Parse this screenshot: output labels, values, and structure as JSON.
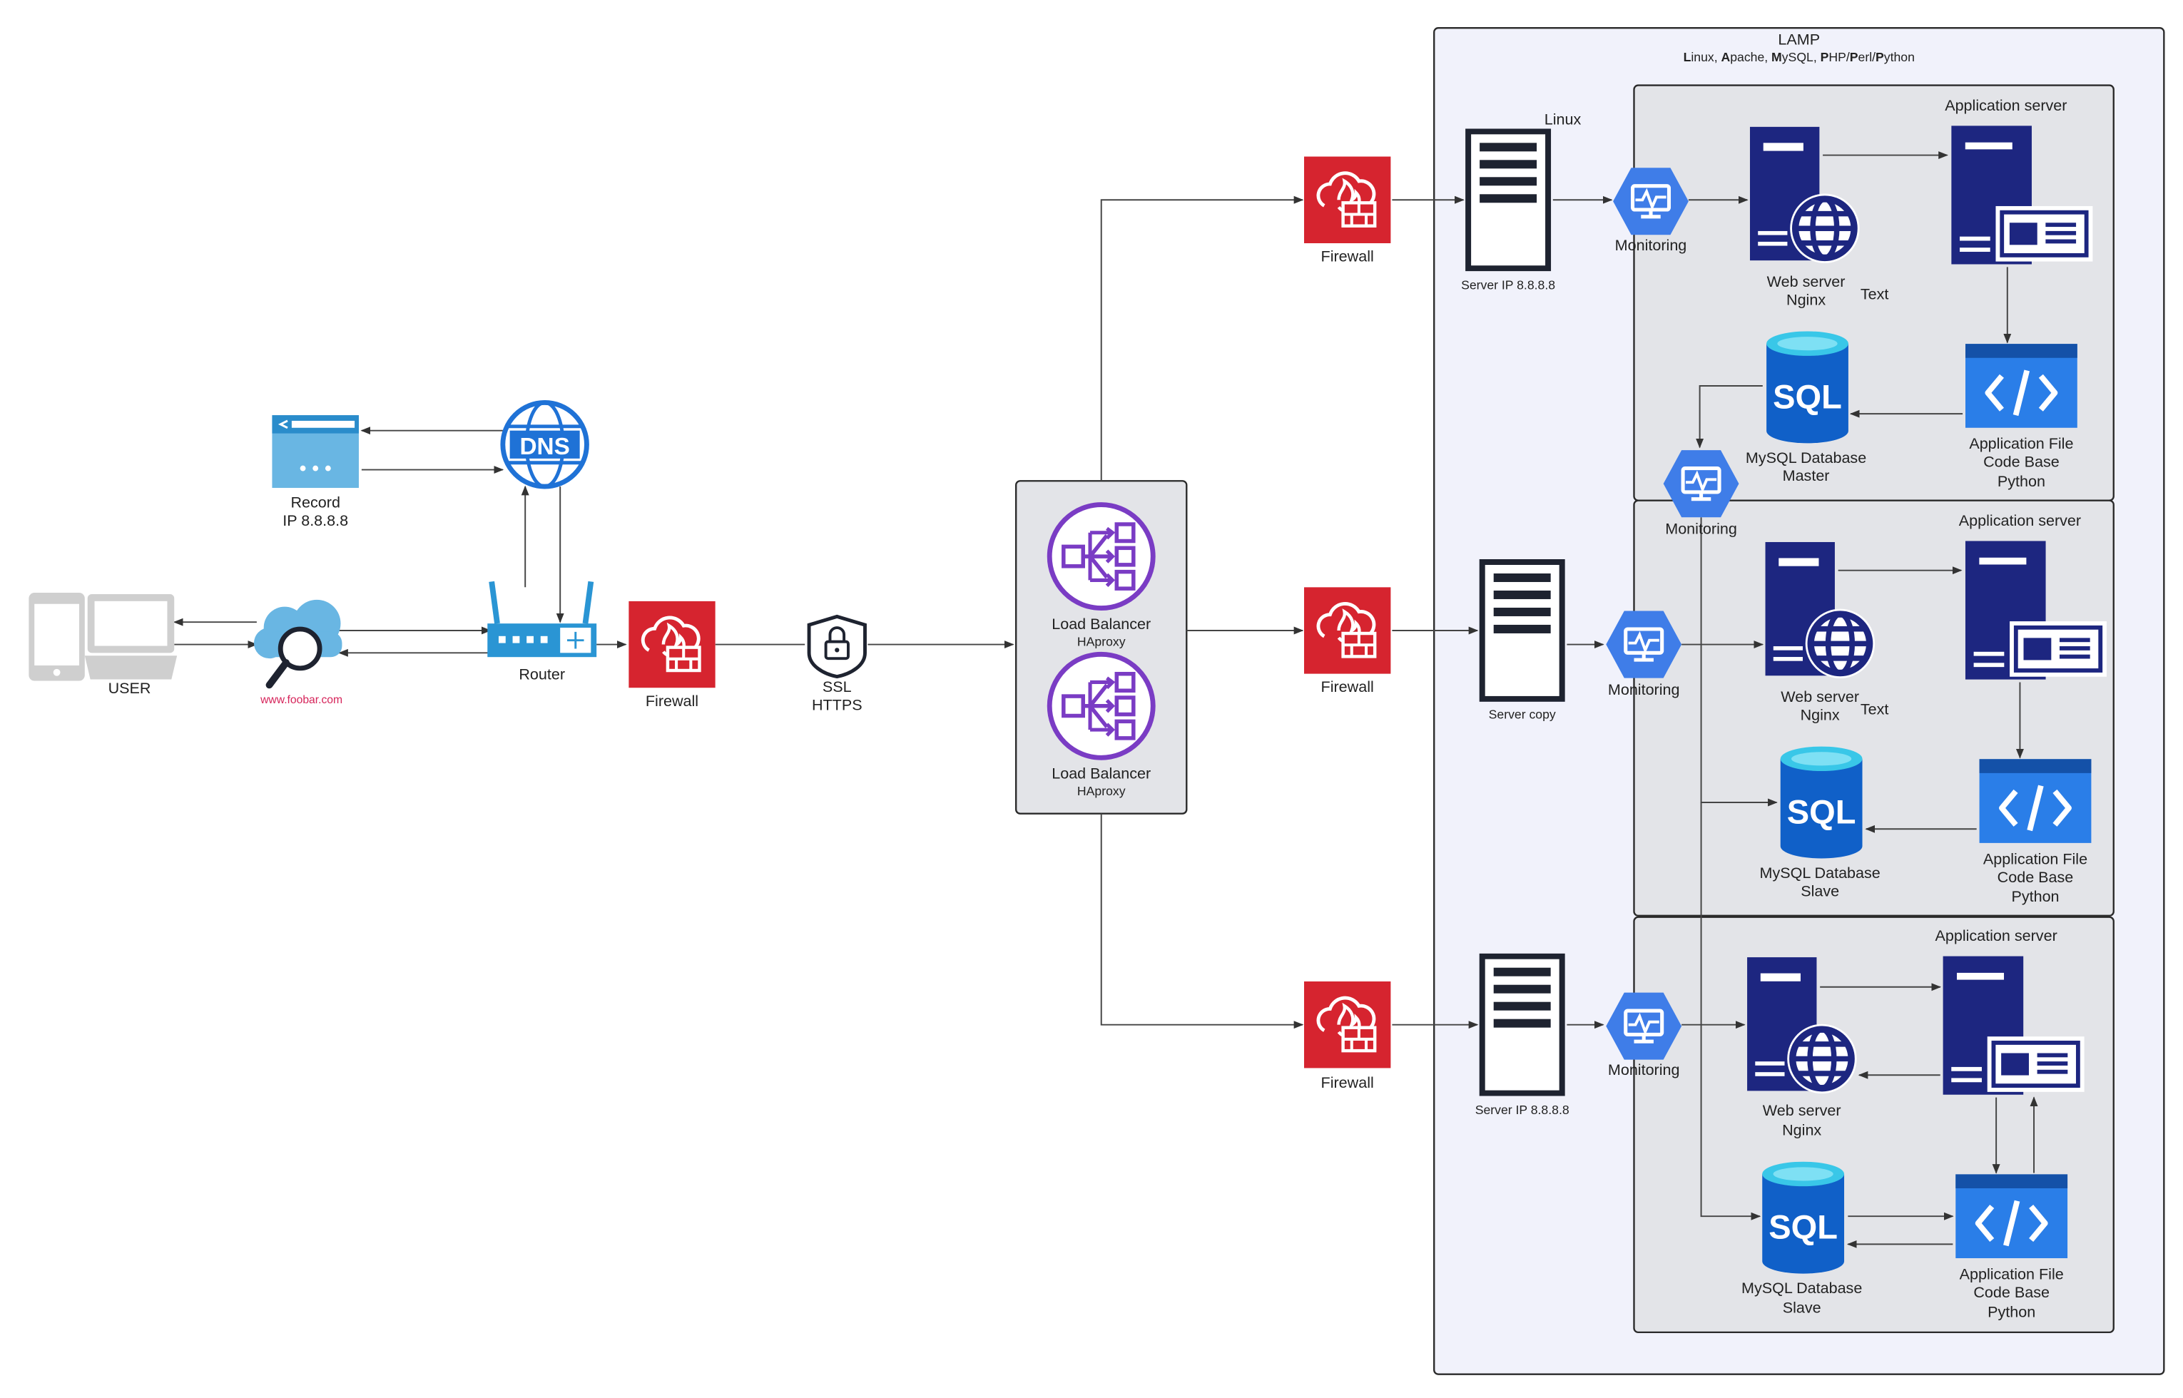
{
  "lamp": {
    "title": "LAMP",
    "subtitle_parts": [
      {
        "t": "L",
        "b": true
      },
      {
        "t": "inux, ",
        "b": false
      },
      {
        "t": "A",
        "b": true
      },
      {
        "t": "pache, ",
        "b": false
      },
      {
        "t": "M",
        "b": true
      },
      {
        "t": "ySQL, ",
        "b": false
      },
      {
        "t": "P",
        "b": true
      },
      {
        "t": "HP/",
        "b": false
      },
      {
        "t": "P",
        "b": true
      },
      {
        "t": "erl/",
        "b": false
      },
      {
        "t": "P",
        "b": true
      },
      {
        "t": "ython",
        "b": false
      }
    ],
    "linux_label": "Linux"
  },
  "client": {
    "user_label": "USER",
    "website": "www.foobar.com",
    "record_label": "Record",
    "record_ip": "IP 8.8.8.8",
    "dns_label": "DNS",
    "router_label": "Router",
    "firewall_label": "Firewall",
    "ssl_label": "SSL",
    "https_label": "HTTPS"
  },
  "load_balancers": [
    {
      "label": "Load Balancer",
      "sublabel": "HAproxy"
    },
    {
      "label": "Load Balancer",
      "sublabel": "HAproxy"
    }
  ],
  "branches": [
    {
      "firewall_label": "Firewall",
      "server_label": "Server IP 8.8.8.8",
      "monitoring_label": "Monitoring",
      "app_server_title": "Application server",
      "web_server_label": "Web server",
      "web_server_sub": "Nginx",
      "text_label": "Text",
      "db_icon": "SQL",
      "db_label": "MySQL Database",
      "db_role": "Master",
      "app_file_label": "Application File",
      "app_file_sub1": "Code Base",
      "app_file_sub2": "Python"
    },
    {
      "firewall_label": "Firewall",
      "server_label": "Server copy",
      "monitoring_label": "Monitoring",
      "app_server_title": "Application server",
      "web_server_label": "Web server",
      "web_server_sub": "Nginx",
      "text_label": "Text",
      "db_icon": "SQL",
      "db_label": "MySQL Database",
      "db_role": "Slave",
      "app_file_label": "Application File",
      "app_file_sub1": "Code Base",
      "app_file_sub2": "Python"
    },
    {
      "firewall_label": "Firewall",
      "server_label": "Server IP 8.8.8.8",
      "monitoring_label": "Monitoring",
      "app_server_title": "Application server",
      "web_server_label": "Web server",
      "web_server_sub": "Nginx",
      "text_label": "",
      "db_icon": "SQL",
      "db_label": "MySQL Database",
      "db_role": "Slave",
      "app_file_label": "Application File",
      "app_file_sub1": "Code Base",
      "app_file_sub2": "Python"
    }
  ],
  "extra_monitoring_label": "Monitoring",
  "colors": {
    "firewall_red": "#d6242f",
    "navy": "#1d2680",
    "monitor_blue": "#3f7de8",
    "lb_purple": "#7a3cc4",
    "azure_blue": "#1f72d6",
    "panel_gray": "#e3e4e8",
    "lamp_bg": "#f1f2fb",
    "router_blue": "#2a95d4"
  },
  "icons": {
    "user": "laptop-phone-icon",
    "website": "cloud-search-icon",
    "record": "browser-window-icon",
    "dns": "dns-globe-icon",
    "router": "wifi-router-icon",
    "firewall": "firewall-icon",
    "ssl": "lock-shield-icon",
    "load_balancer": "load-balancer-icon",
    "server": "server-rack-icon",
    "monitoring": "monitoring-icon",
    "web_server": "web-server-globe-icon",
    "app_server": "application-server-icon",
    "database": "sql-database-icon",
    "code": "code-file-icon"
  }
}
